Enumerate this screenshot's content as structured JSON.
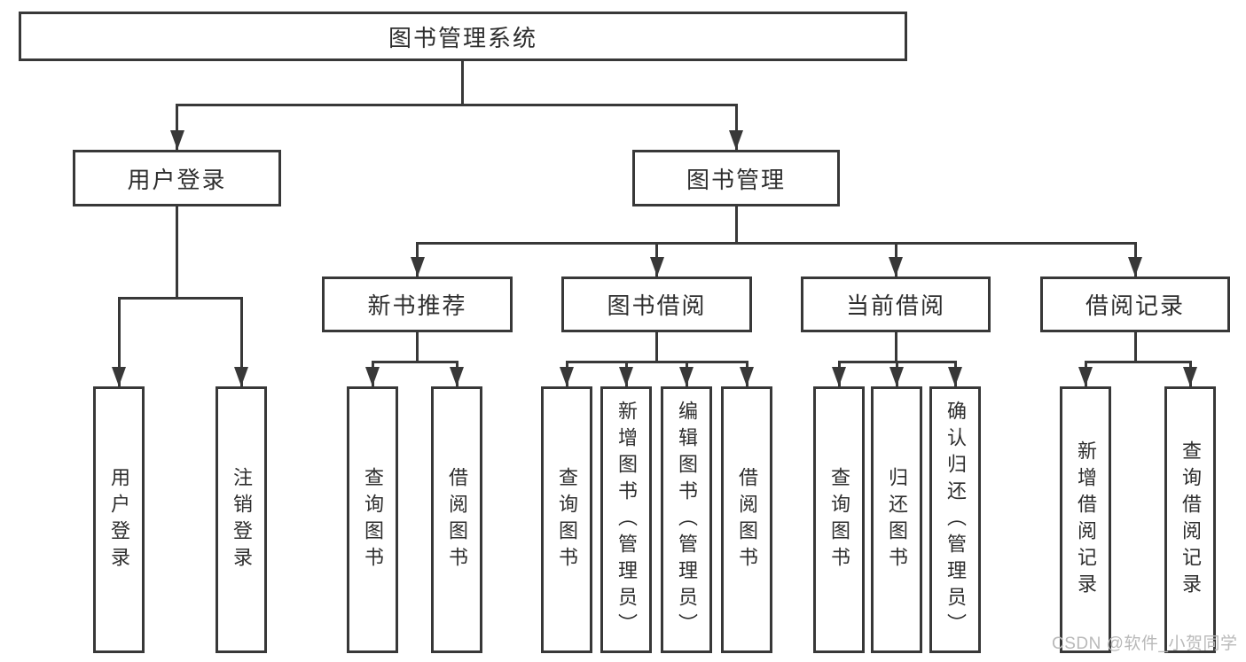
{
  "diagram_type": "tree",
  "tree": {
    "root": {
      "label": "图书管理系统"
    },
    "branches": [
      {
        "label": "用户登录",
        "children": [
          {
            "label": "用户登录"
          },
          {
            "label": "注销登录"
          }
        ]
      },
      {
        "label": "图书管理",
        "groups": [
          {
            "label": "新书推荐",
            "children": [
              {
                "label": "查询图书"
              },
              {
                "label": "借阅图书"
              }
            ]
          },
          {
            "label": "图书借阅",
            "children": [
              {
                "label": "查询图书"
              },
              {
                "label": "新增图书（管理员）"
              },
              {
                "label": "编辑图书（管理员）"
              },
              {
                "label": "借阅图书"
              }
            ]
          },
          {
            "label": "当前借阅",
            "children": [
              {
                "label": "查询图书"
              },
              {
                "label": "归还图书"
              },
              {
                "label": "确认归还（管理员）"
              }
            ]
          },
          {
            "label": "借阅记录",
            "children": [
              {
                "label": "新增借阅记录"
              },
              {
                "label": "查询借阅记录"
              }
            ]
          }
        ]
      }
    ]
  },
  "watermark": {
    "text": "CSDN @软件_小贺同学",
    "color": "#b9b9b9"
  },
  "colors": {
    "line": "#383838",
    "text": "#2e2e2e",
    "background": "#ffffff"
  }
}
